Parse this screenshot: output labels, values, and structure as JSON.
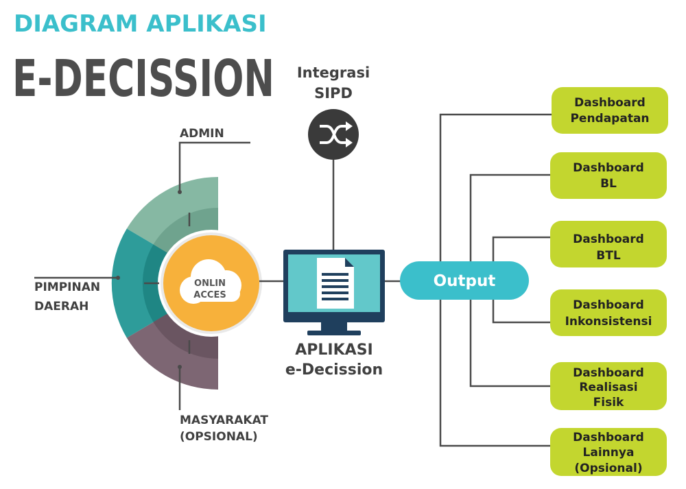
{
  "header": {
    "subtitle": "DIAGRAM APLIKASI",
    "title": "E-DECISSION"
  },
  "integration": {
    "line1": "Integrasi",
    "line2": "SIPD",
    "icon": "shuffle-icon"
  },
  "roles": {
    "admin": "ADMIN",
    "pimpinan_line1": "PIMPINAN",
    "pimpinan_line2": "DAERAH",
    "masyarakat_line1": "MASYARAKAT",
    "masyarakat_line2": "(OPSIONAL)"
  },
  "cloud": {
    "line1": "ONLIN",
    "line2": "ACCES",
    "icon": "cloud-icon"
  },
  "app": {
    "line1": "APLIKASI",
    "line2": "e-Decission",
    "icon": "monitor-document-icon"
  },
  "output": {
    "label": "Output"
  },
  "dashboards": [
    {
      "line1": "Dashboard",
      "line2": "Pendapatan",
      "line3": ""
    },
    {
      "line1": "Dashboard",
      "line2": "BL",
      "line3": ""
    },
    {
      "line1": "Dashboard",
      "line2": "BTL",
      "line3": ""
    },
    {
      "line1": "Dashboard",
      "line2": "Inkonsistensi",
      "line3": ""
    },
    {
      "line1": "Dashboard",
      "line2": "Realisasi",
      "line3": "Fisik"
    },
    {
      "line1": "Dashboard",
      "line2": "Lainnya",
      "line3": "(Opsional)"
    }
  ],
  "colors": {
    "teal": "#3bbfcb",
    "green_arc": "#86b8a3",
    "teal_arc": "#2e9c9a",
    "purple_arc": "#7d6673",
    "cloud_orange": "#f7b13b",
    "dashboard_green": "#c3d62f",
    "monitor_dark": "#1f3f5d",
    "screen_teal": "#62c8ca",
    "text_dark": "#4d4d4d"
  }
}
